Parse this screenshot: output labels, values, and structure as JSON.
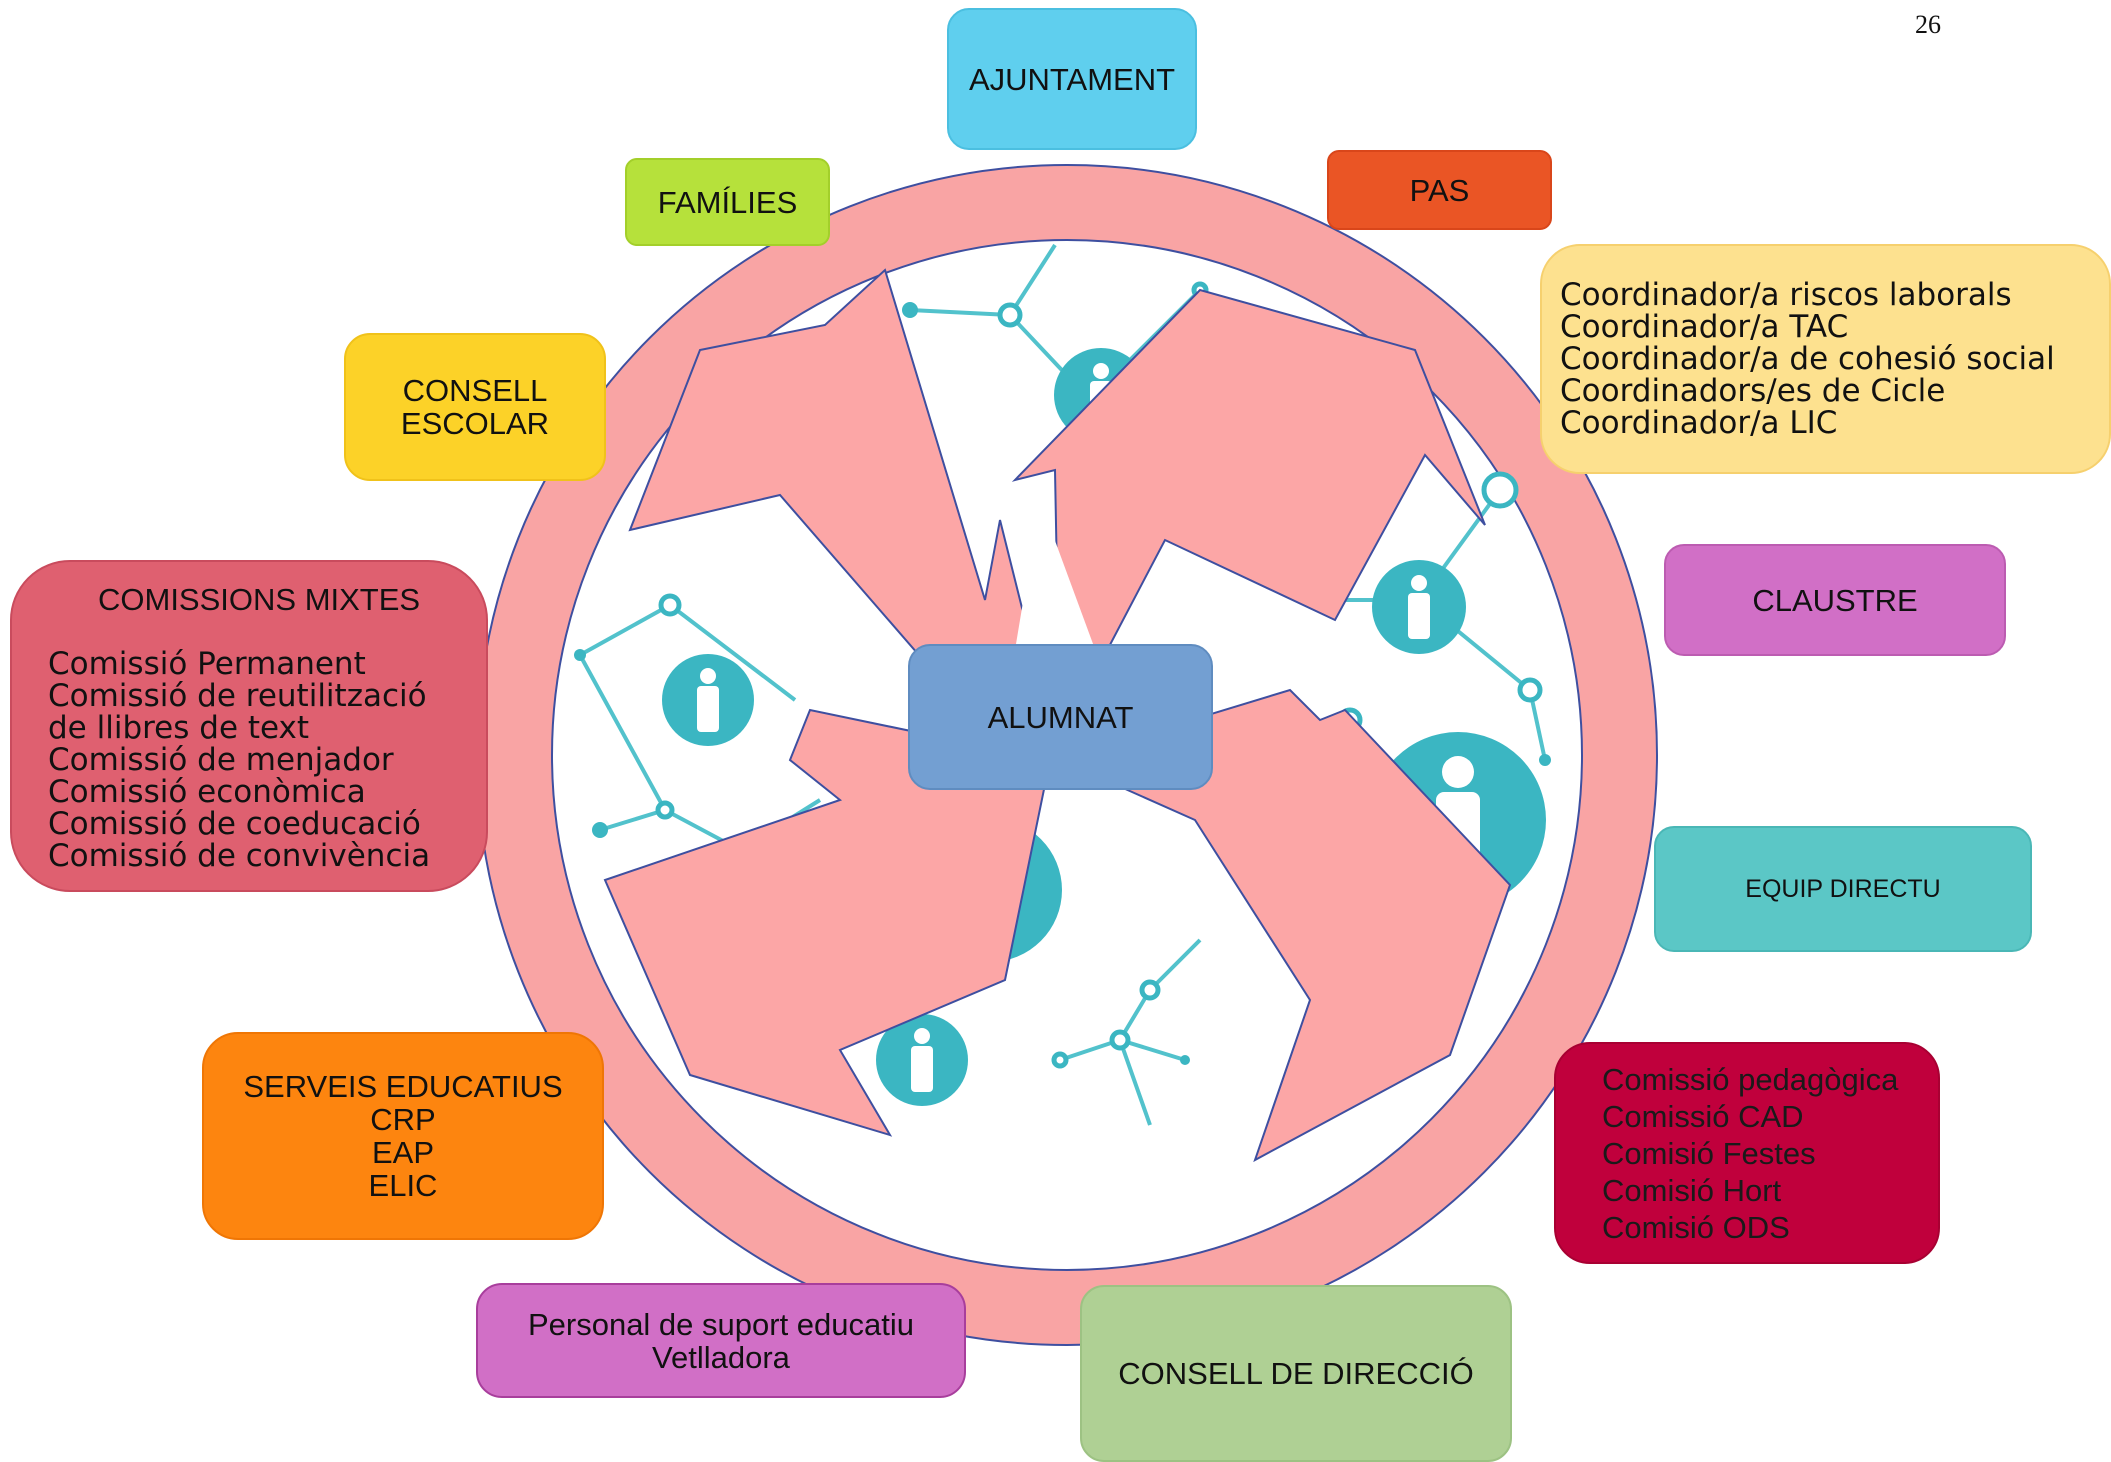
{
  "page_number": "26",
  "center": {
    "label": "ALUMNAT"
  },
  "boxes": {
    "ajuntament": {
      "lines": [
        "AJUNTAMENT"
      ]
    },
    "families": {
      "lines": [
        "FAMÍLIES"
      ]
    },
    "pas": {
      "lines": [
        "PAS"
      ]
    },
    "coordinators": {
      "lines": [
        "Coordinador/a riscos laborals",
        "Coordinador/a TAC",
        "Coordinador/a de cohesió social",
        "Coordinadors/es de Cicle",
        "Coordinador/a LIC"
      ]
    },
    "consell_escolar": {
      "lines": [
        "CONSELL",
        "ESCOLAR"
      ]
    },
    "claustre": {
      "lines": [
        "CLAUSTRE"
      ]
    },
    "comissions_mixtes": {
      "title": "COMISSIONS MIXTES",
      "lines": [
        "Comissió Permanent",
        "Comissió de reutilització",
        "de llibres de text",
        "Comissió de menjador",
        "Comissió econòmica",
        "Comissió de coeducació",
        "Comissió de convivència"
      ]
    },
    "equip_directiu": {
      "lines": [
        "EQUIP DIRECTU"
      ]
    },
    "serveis_educatius": {
      "lines": [
        "SERVEIS EDUCATIUS",
        "CRP",
        "EAP",
        "ELIC"
      ]
    },
    "comissions_centre": {
      "lines": [
        "Comissió pedagògica",
        "Comissió CAD",
        "Comisió Festes",
        "Comisió Hort",
        "Comisió ODS"
      ]
    },
    "personal_suport": {
      "lines": [
        "Personal de suport educatiu",
        "Vetlladora"
      ]
    },
    "consell_direccio": {
      "lines": [
        "CONSELL DE DIRECCIÓ"
      ]
    }
  },
  "colors": {
    "ring": "#f9a4a4",
    "ring_stroke": "#3e4fa0",
    "arrows": "#fca6a6",
    "network": "#3bb6c2"
  }
}
